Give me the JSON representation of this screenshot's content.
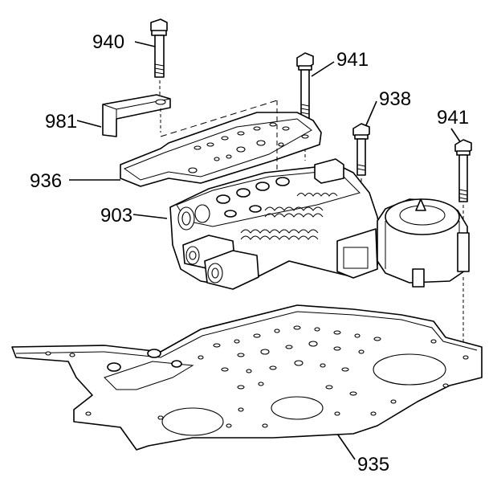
{
  "callouts": {
    "c940": "940",
    "c941_top": "941",
    "c938": "938",
    "c941_right": "941",
    "c981": "981",
    "c936": "936",
    "c903": "903",
    "c935": "935"
  }
}
